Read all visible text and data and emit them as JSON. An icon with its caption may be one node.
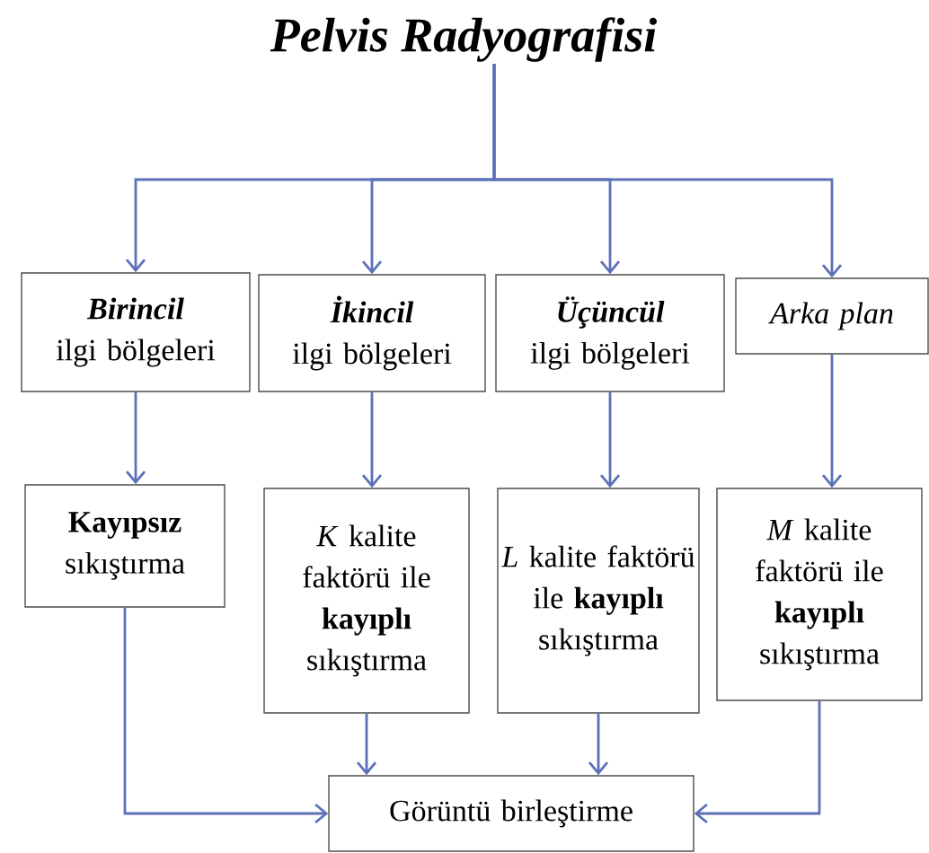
{
  "diagram": {
    "nodes": [
      {
        "text": [
          "Pelvis Radyografisi"
        ]
      },
      {
        "text": [
          "Birincil",
          "ilgi bölgeleri"
        ]
      },
      {
        "text": [
          "İkincil",
          "ilgi bölgeleri"
        ]
      },
      {
        "text": [
          "Üçüncül",
          "ilgi bölgeleri"
        ]
      },
      {
        "text": [
          "Arka plan"
        ]
      },
      {
        "text": [
          "**Kayıpsız** sıkıştırma"
        ]
      },
      {
        "text": [
          "*K* kalite faktörü ile **kayıplı** sıkıştırma"
        ]
      },
      {
        "text": [
          "*L* kalite faktörü ile **kayıplı** sıkıştırma"
        ]
      },
      {
        "text": [
          "*M* kalite faktörü ile **kayıplı** sıkıştırma"
        ]
      },
      {
        "text": [
          "Görüntü birleştirme"
        ]
      }
    ],
    "edges": [
      {
        "from": 0,
        "to": 1,
        "arrow": "to"
      },
      {
        "from": 0,
        "to": 2,
        "arrow": "to"
      },
      {
        "from": 0,
        "to": 3,
        "arrow": "to"
      },
      {
        "from": 0,
        "to": 4,
        "arrow": "to"
      },
      {
        "from": 1,
        "to": 5,
        "arrow": "to"
      },
      {
        "from": 2,
        "to": 6,
        "arrow": "to"
      },
      {
        "from": 3,
        "to": 7,
        "arrow": "to"
      },
      {
        "from": 4,
        "to": 8,
        "arrow": "to"
      },
      {
        "from": 5,
        "to": 9,
        "arrow": "to"
      },
      {
        "from": 6,
        "to": 9,
        "arrow": "to"
      },
      {
        "from": 7,
        "to": 9,
        "arrow": "to"
      },
      {
        "from": 8,
        "to": 9,
        "arrow": "to"
      }
    ]
  }
}
